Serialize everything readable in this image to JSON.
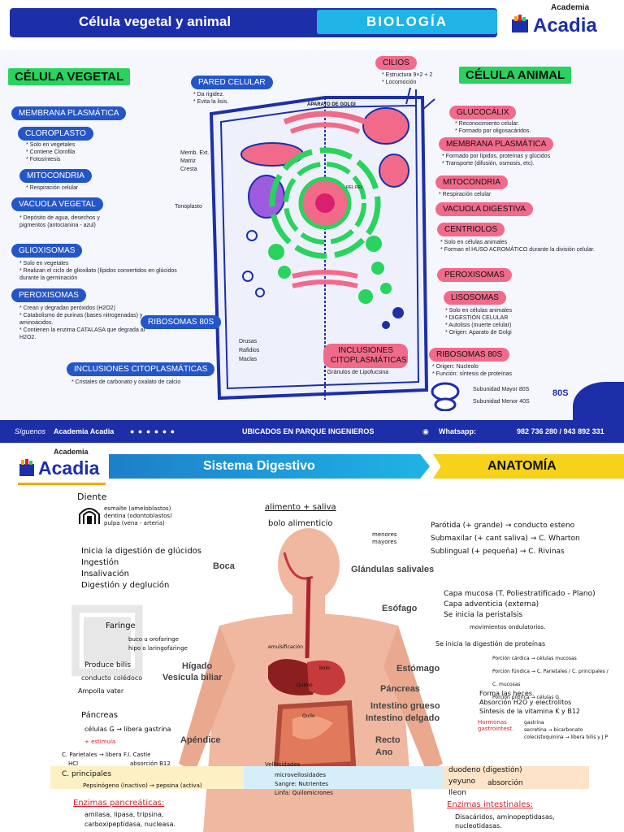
{
  "p1": {
    "title": "Célula vegetal y animal",
    "subject": "BIOLOGÍA",
    "logo_small": "Academia",
    "logo_big": "Acadia",
    "veg_heading": "CÉLULA VEGETAL",
    "ani_heading": "CÉLULA ANIMAL",
    "pared": "PARED CELULAR",
    "pared_n": [
      "Da rigidez.",
      "Evita la lisis."
    ],
    "membrana": "MEMBRANA PLASMÁTICA",
    "cloro": "CLOROPLASTO",
    "cloro_n": [
      "Solo en vegetales",
      "Contiene Clorofila",
      "Fotosíntesis"
    ],
    "mito": "MITOCONDRIA",
    "mito_n": [
      "Respiración celular"
    ],
    "memb_parts": [
      "Memb. Ext.",
      "Matriz",
      "Cresta"
    ],
    "vac": "VACUOLA VEGETAL",
    "vac_n": [
      "Depósito de agua, desechos y pigmentos (antocianina - azul)"
    ],
    "tonoplasto": "Tonoplasto",
    "glio": "GLIOXISOMAS",
    "glio_n": [
      "Solo en vegetales",
      "Realizan el ciclo de glioxilato (lípidos convertidos en glúcidos durante la germinación"
    ],
    "perox": "PEROXISOMAS",
    "perox_n": [
      "Crean y degradan peróxidos (H2O2)",
      "Catabolismo de purinas (bases nitrogenadas) y aminoácidos.",
      "Contienen la enzima CATALASA que degrada al H2O2."
    ],
    "ribo80": "RIBOSOMAS 80S",
    "incl": "INCLUSIONES CITOPLASMÁTICAS",
    "incl_n": [
      "Cristales de carbonato y oxalato de calcio"
    ],
    "drusas": [
      "Drusas",
      "Rafidios",
      "Maclas"
    ],
    "cilios": "CILIOS",
    "cilios_n": [
      "Estructura 9×2 + 2",
      "Locomoción"
    ],
    "golgi": "APARATO DE GOLGI",
    "rer": "REL REL",
    "gluco": "GLUCOCÁLIX",
    "gluco_n": [
      "Reconocimiento celular.",
      "Formado por oligosacáridos."
    ],
    "memb_a": "MEMBRANA PLASMÁTICA",
    "memb_a_n": [
      "Formado por lípidos, proteínas y glúcidos",
      "Transporte (difusión, osmosis, etc)."
    ],
    "mito_a": "MITOCONDRIA",
    "mito_a_n": [
      "Respiración celular"
    ],
    "vac_d": "VACUOLA DIGESTIVA",
    "cent": "CENTRIOLOS",
    "cent_n": [
      "Solo en células animales",
      "Forman el HUSO ACROMÁTICO durante la división celular."
    ],
    "perox_a": "PEROXISOMAS",
    "liso": "LISOSOMAS",
    "liso_n": [
      "Solo en células animales",
      "DIGESTIÓN CELULAR",
      "Autolisis (muerte celular)",
      "Origen: Aparato de Golgi"
    ],
    "incl_a": "INCLUSIONES CITOPLASMÁTICAS",
    "incl_a_n": [
      "Gránulos de Lipofucsina"
    ],
    "ribo_a": "RIBOSOMAS 80S",
    "ribo_a_n": [
      "Origen: Nucleolo",
      "Función: síntesis de proteínas"
    ],
    "sub_may": "Subunidad Mayor 80S",
    "sub_men": "Subunidad Menor 40S",
    "s80": "80S",
    "footer": {
      "siguenos": "Síguenos",
      "name": "Academia Acadia",
      "loc": "UBICADOS EN PARQUE INGENIEROS",
      "wa": "Whatsapp:",
      "phones": "982 736 280 / 943 892 331"
    }
  },
  "p2": {
    "logo_small": "Academia",
    "logo_big": "Acadia",
    "title": "Sistema Digestivo",
    "subject": "ANATOMÍA",
    "diente": "Diente",
    "diente_n": [
      "esmalte (ameloblastos)",
      "dentina (odontoblastos)",
      "pulpa (vena - arteria)"
    ],
    "alimento": "alimento + saliva",
    "bolo": "bolo alimenticio",
    "boca_n": [
      "Inicia la digestión de glúcidos",
      "Ingestión",
      "Insalivación",
      "Digestión y deglución"
    ],
    "boca": "Boca",
    "glandulas": "Glándulas salivales",
    "menores": "menores",
    "mayores": "mayores",
    "gl": [
      "Parótida (+ grande) → conducto esteno",
      "Submaxilar (+ cant saliva) → C. Wharton",
      "Sublingual (+ pequeña) → C. Rivinas"
    ],
    "esofago": "Esófago",
    "esof_n": [
      "Capa mucosa (T. Poliestratificado - Plano)",
      "Capa adventicia (externa)",
      "Se inicia la peristalsis"
    ],
    "movs": "movimientos ondulatorios.",
    "faringe": "Faringe",
    "far_n": [
      "buco u orofaringe",
      "hipo o laringofaringe"
    ],
    "higado": "Hígado",
    "vesicula": "Vesícula biliar",
    "produce": "Produce bilis",
    "cond": "conducto colédoco",
    "ampolla": "Ampolla vater",
    "estomago": "Estómago",
    "est_inicia": "Se inicia la digestión de proteínas",
    "est_parts": [
      "Porción cárdica → células mucosas",
      "Porción fúndica → C. Parietales / C. principales / C. mucosas",
      "Porción pilórica → células G."
    ],
    "pancreas": "Páncreas",
    "pancreas_hw": "Páncreas",
    "celg": "células G → libera gastrina",
    "estimula": "+ estimula",
    "ig": "Intestino grueso",
    "id": "Intestino delgado",
    "ig_n": [
      "Forma las heces.",
      "Absorción H2O y electrolitos",
      "Síntesis de la vitamina K y B12"
    ],
    "hormonas": "Hormonas gastrointest.",
    "horm_n": [
      "gastrina",
      "secretina → bicarbonato",
      "colecistoquinina → libera bilis y J.P"
    ],
    "apendice": "Apéndice",
    "recto": "Recto",
    "ano": "Ano",
    "cpar": "C. Parietales → libera F.I. Castle",
    "hcl": "HCl",
    "abs": "absorción B12",
    "cprin": "C. principales",
    "pep": "Pepsinógeno (inactivo) → pepsina (activa)",
    "enz_p": "Enzimas pancreáticas:",
    "enz_p_n": "amilasa, lipasa, tripsina, carboxipeptidasa, nucleasa.",
    "vell": "Vellosidades",
    "vell_n": [
      "microvellosidades",
      "Sangre: Nutrientes",
      "Linfa: Quilomicrones"
    ],
    "duo": "duodeno (digestión)",
    "yey": "yeyuno",
    "ile": "Ileon",
    "absorcion": "absorción",
    "enz_i": "Enzimas intestinales:",
    "enz_i_n": "Disacáridos, aminopeptidasas, nucleotidasas.",
    "quimo": "Quimo",
    "quilo": "Quilo",
    "bolo2": "bolo",
    "emul": "emulsificación"
  }
}
